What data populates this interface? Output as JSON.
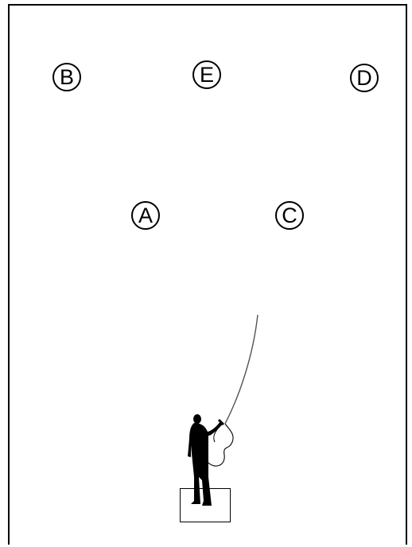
{
  "targets": [
    {
      "id": "b",
      "label": "B"
    },
    {
      "id": "e",
      "label": "E"
    },
    {
      "id": "d",
      "label": "D"
    },
    {
      "id": "a",
      "label": "A"
    },
    {
      "id": "c",
      "label": "C"
    }
  ],
  "icons": {
    "figure": "fly-fisher-silhouette-icon",
    "rod": "fishing-rod-icon",
    "line": "fishing-line-icon"
  },
  "colors": {
    "ink": "#000000",
    "background": "#ffffff",
    "rod": "#555555"
  }
}
